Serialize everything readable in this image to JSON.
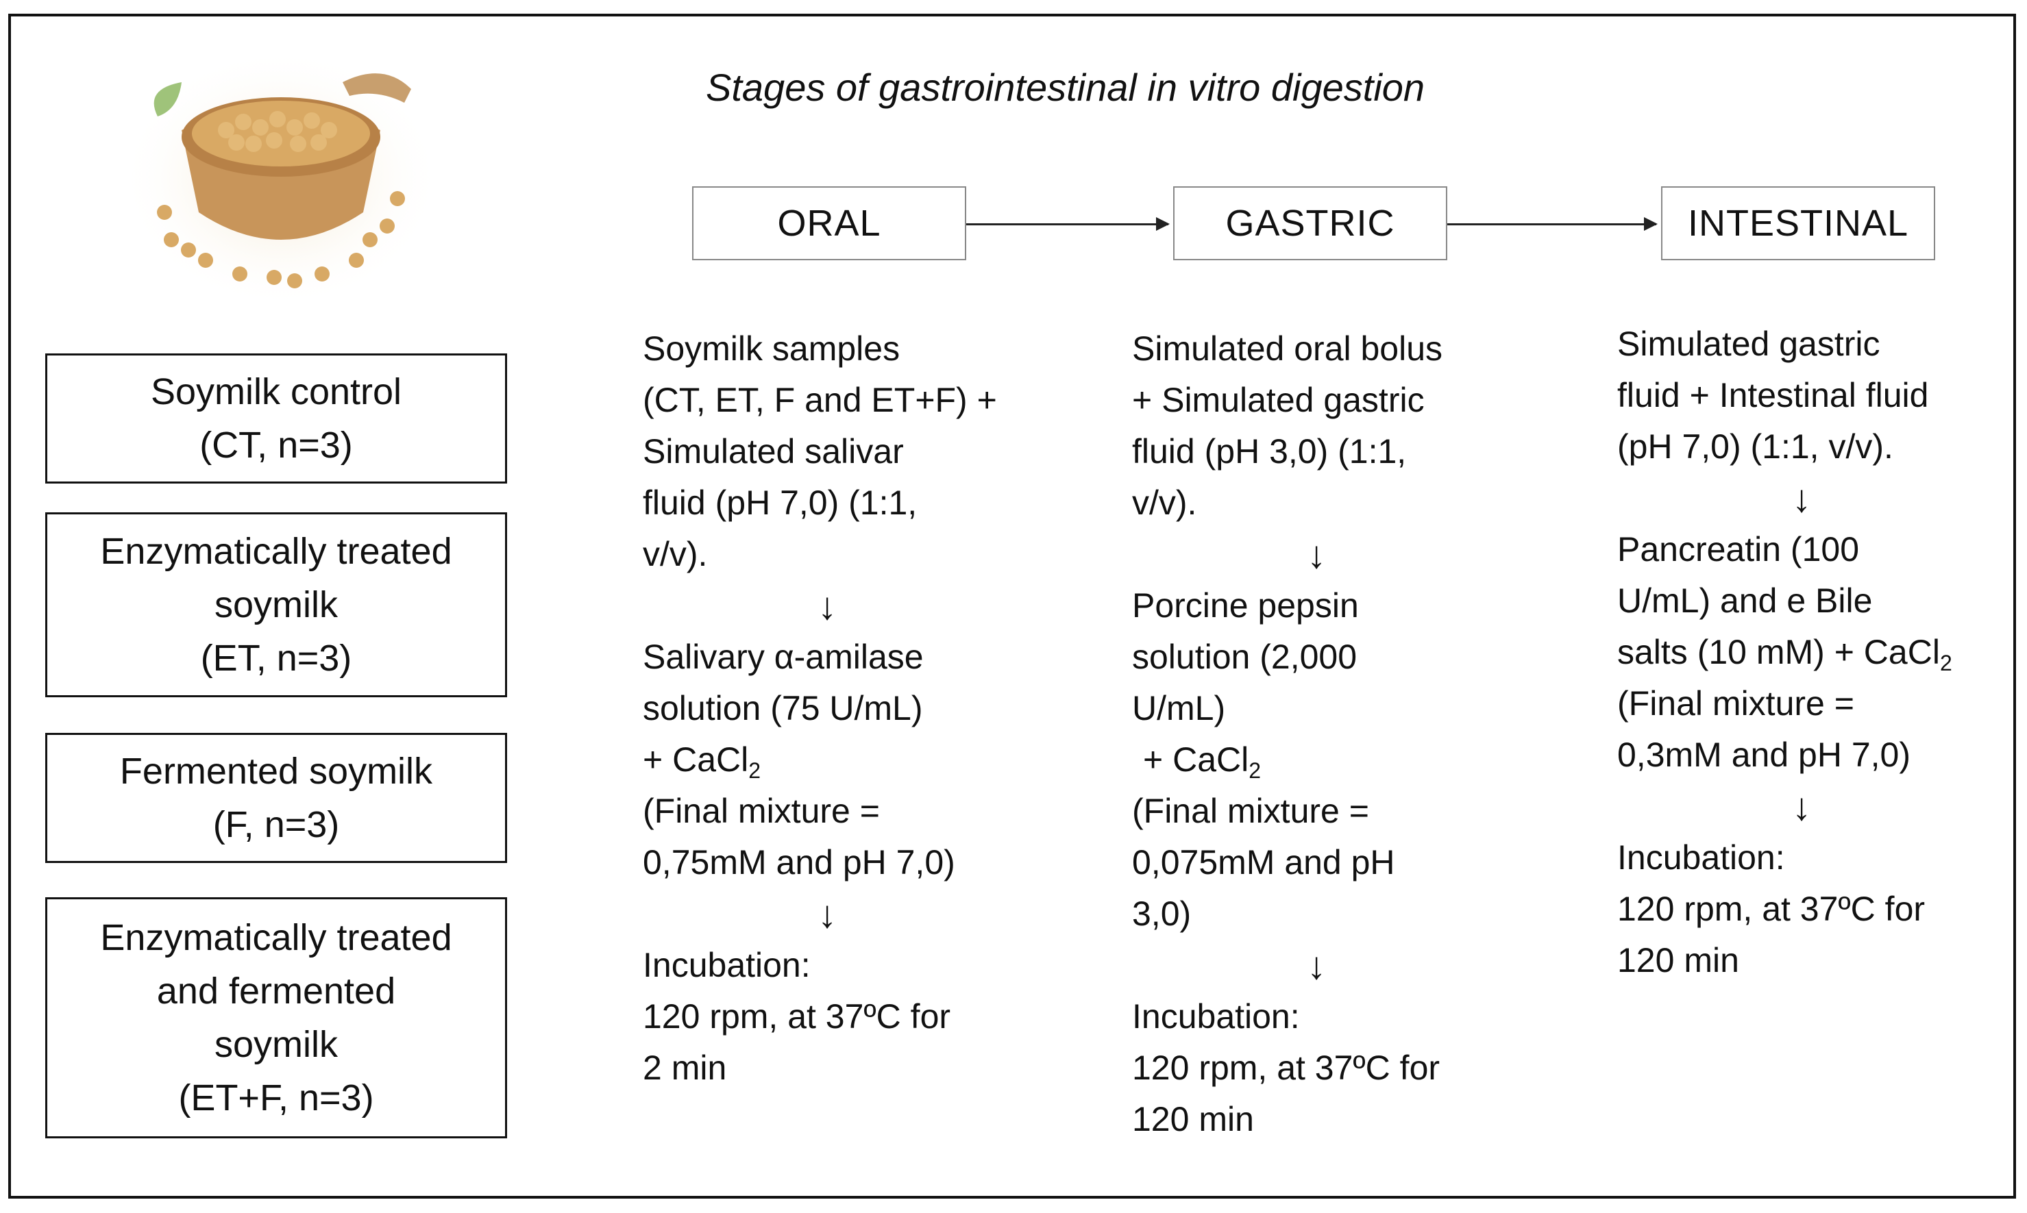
{
  "title": "Stages of gastrointestinal in vitro digestion",
  "stages": [
    "ORAL",
    "GASTRIC",
    "INTESTINAL"
  ],
  "samples": [
    {
      "lines": [
        "Soymilk control",
        "(CT, n=3)"
      ]
    },
    {
      "lines": [
        "Enzymatically treated",
        "soymilk",
        "(ET, n=3)"
      ]
    },
    {
      "lines": [
        "Fermented soymilk",
        "(F, n=3)"
      ]
    },
    {
      "lines": [
        "Enzymatically treated",
        "and fermented",
        "soymilk",
        "(ET+F, n=3)"
      ]
    }
  ],
  "oral": {
    "step1": [
      "Soymilk samples",
      "(CT, ET, F and ET+F) +",
      "Simulated salivar",
      "fluid (pH 7,0) (1:1,",
      "v/v)."
    ],
    "arrow": "↓",
    "step2": [
      "Salivary α-amilase",
      "solution (75 U/mL)",
      "+ CaCl",
      "(Final mixture =",
      "0,75mM and pH 7,0)"
    ],
    "step3": [
      "Incubation:",
      "120 rpm, at 37ºC for",
      "2 min"
    ]
  },
  "gastric": {
    "step1": [
      "Simulated oral bolus",
      "+ Simulated gastric",
      "fluid (pH 3,0) (1:1,",
      "v/v)."
    ],
    "arrow": "↓",
    "step2": [
      "Porcine pepsin",
      "solution (2,000",
      "U/mL)",
      "+ CaCl",
      "(Final mixture =",
      "0,075mM and pH",
      "3,0)"
    ],
    "step3": [
      "Incubation:",
      "120 rpm, at 37ºC for",
      "120 min"
    ]
  },
  "intestinal": {
    "step1": [
      "Simulated gastric",
      "fluid + Intestinal fluid",
      "(pH 7,0) (1:1, v/v)."
    ],
    "arrow": "↓",
    "step2": [
      "Pancreatin (100",
      "U/mL) and  e Bile",
      "salts (10 mM) + CaCl",
      "(Final mixture =",
      "0,3mM and pH 7,0)"
    ],
    "step3": [
      "Incubation:",
      "120 rpm, at 37ºC for",
      "120 min"
    ]
  },
  "subscript": "2"
}
